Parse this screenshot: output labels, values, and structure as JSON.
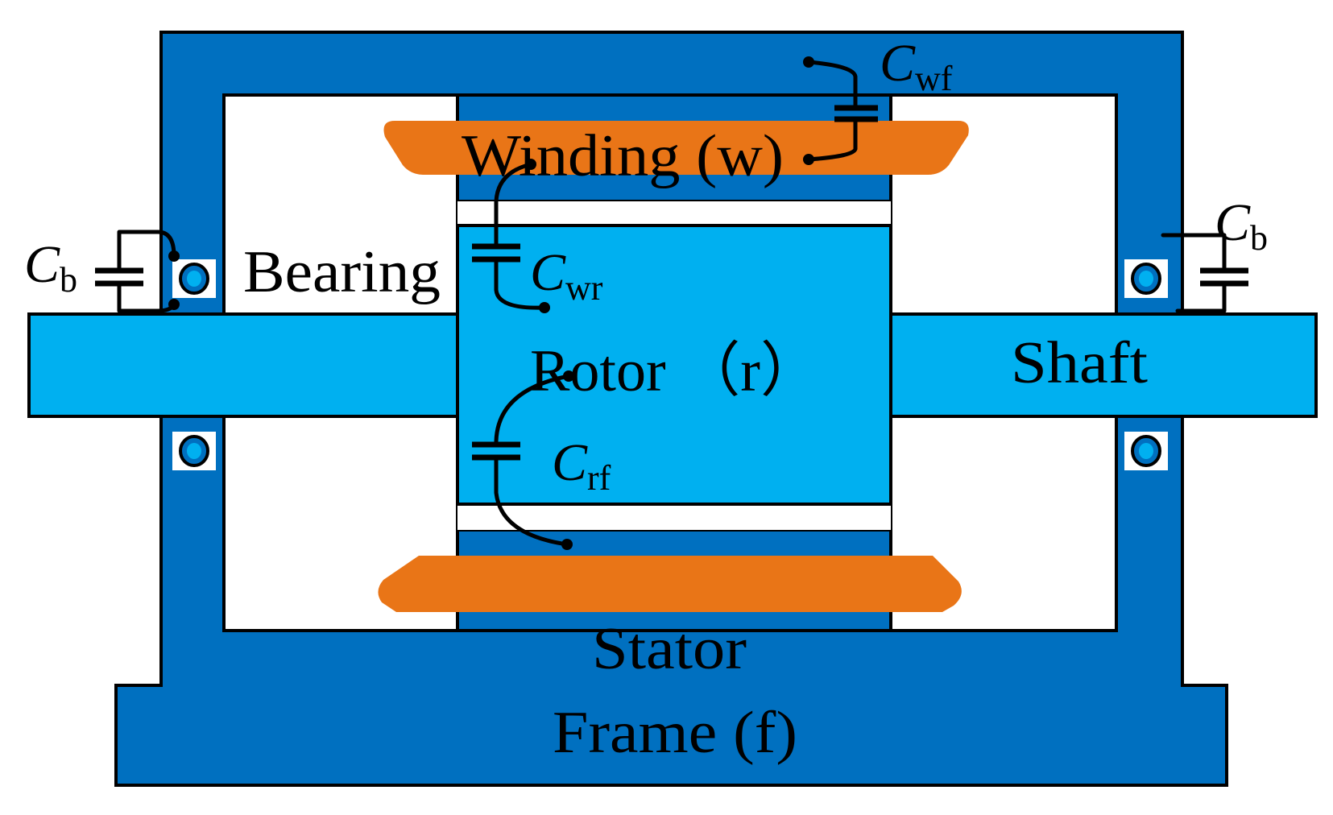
{
  "labels": {
    "winding": "Winding (w)",
    "bearing": "Bearing",
    "rotor": "Rotor （r）",
    "shaft": "Shaft",
    "stator": "Stator",
    "frame": "Frame (f)"
  },
  "capacitors": {
    "cwf": {
      "symbol": "C",
      "subscript": "wf"
    },
    "cwr": {
      "symbol": "C",
      "subscript": "wr"
    },
    "crf": {
      "symbol": "C",
      "subscript": "rf"
    },
    "cb_left": {
      "symbol": "C",
      "subscript": "b"
    },
    "cb_right": {
      "symbol": "C",
      "subscript": "b"
    }
  },
  "colors": {
    "frame": "#0070C0",
    "rotor_shaft": "#00B0F0",
    "winding": "#E97517",
    "cavity": "#FFFFFF",
    "bearing_ring": "#0070C0",
    "outline": "#000000"
  }
}
